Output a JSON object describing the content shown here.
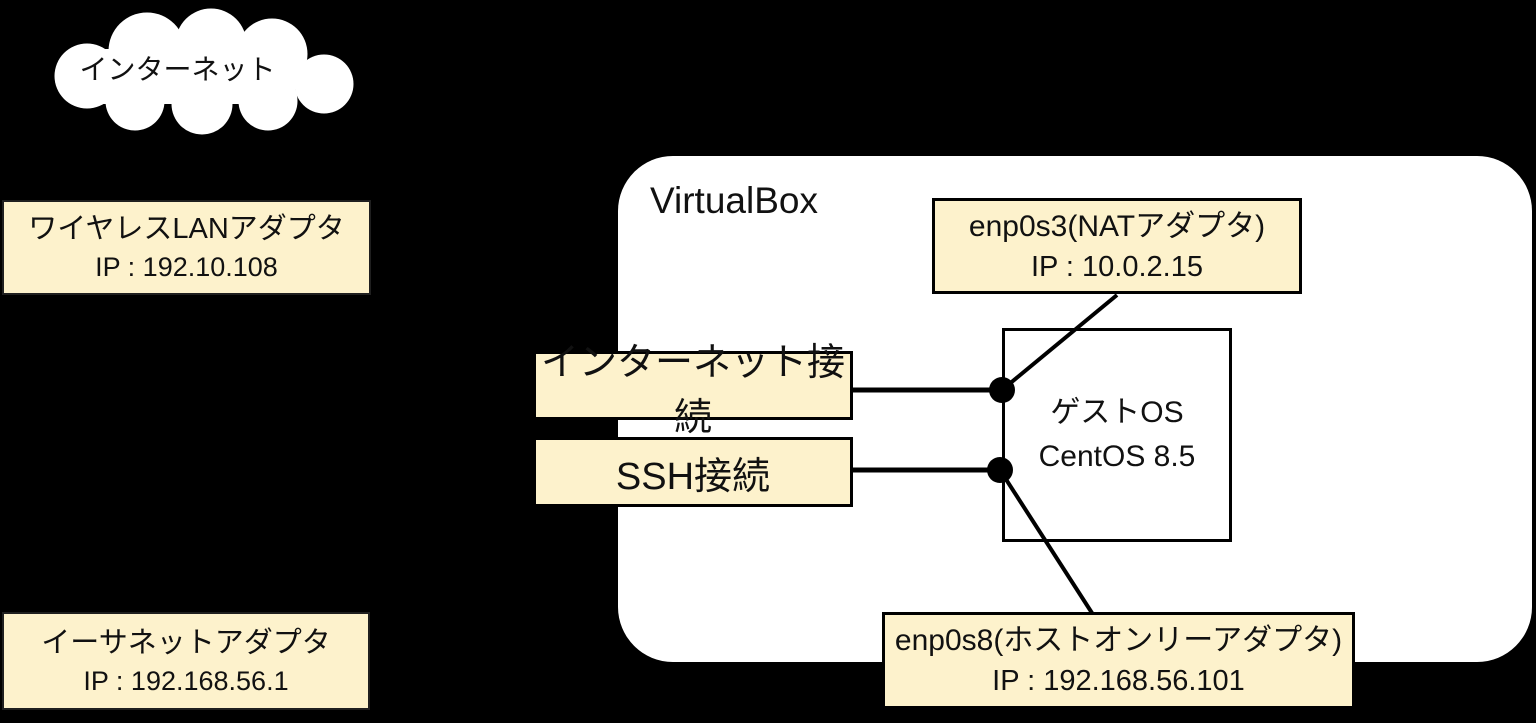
{
  "colors": {
    "background": "#000000",
    "box-fill": "#FDF2CC",
    "box-border": "#1F1F1F",
    "panel-fill": "#FFFFFF",
    "connector": "#000000",
    "text": "#111111"
  },
  "cloud": {
    "label": "インターネット"
  },
  "host": {
    "wireless_adapter": {
      "title": "ワイヤレスLANアダプタ",
      "ip": "IP : 192.10.108"
    },
    "ethernet_adapter": {
      "title": "イーサネットアダプタ",
      "ip": "IP : 192.168.56.1"
    }
  },
  "virtualbox": {
    "title": "VirtualBox",
    "nat_adapter": {
      "title": "enp0s3(NATアダプタ)",
      "ip": "IP : 10.0.2.15"
    },
    "host_only_adapter": {
      "title": "enp0s8(ホストオンリーアダプタ)",
      "ip": "IP :  192.168.56.101"
    },
    "guest_os": {
      "line1": "ゲストOS",
      "line2": "CentOS 8.5"
    },
    "connections": {
      "internet": "インターネット接続",
      "ssh": "SSH接続"
    }
  }
}
